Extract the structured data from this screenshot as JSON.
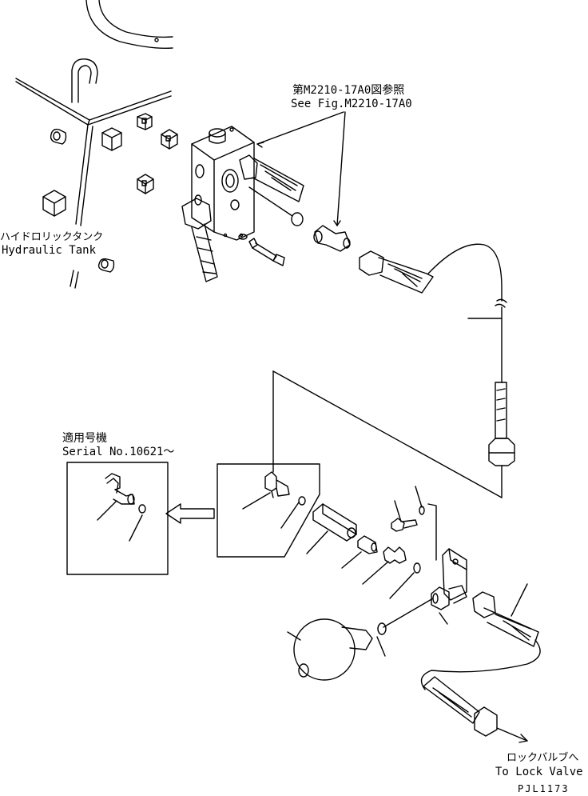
{
  "labels": {
    "ref_jp": "第M2210-17A0図参照",
    "ref_en": "See Fig.M2210-17A0",
    "tank_jp": "ハイドロリックタンク",
    "tank_en": "Hydraulic Tank",
    "applicable_jp": "適用号機",
    "serial_en": "Serial No.10621～",
    "lock_valve_jp": "ロックバルブへ",
    "lock_valve_en": "To Lock Valve",
    "drawing_no": "PJL1173"
  }
}
